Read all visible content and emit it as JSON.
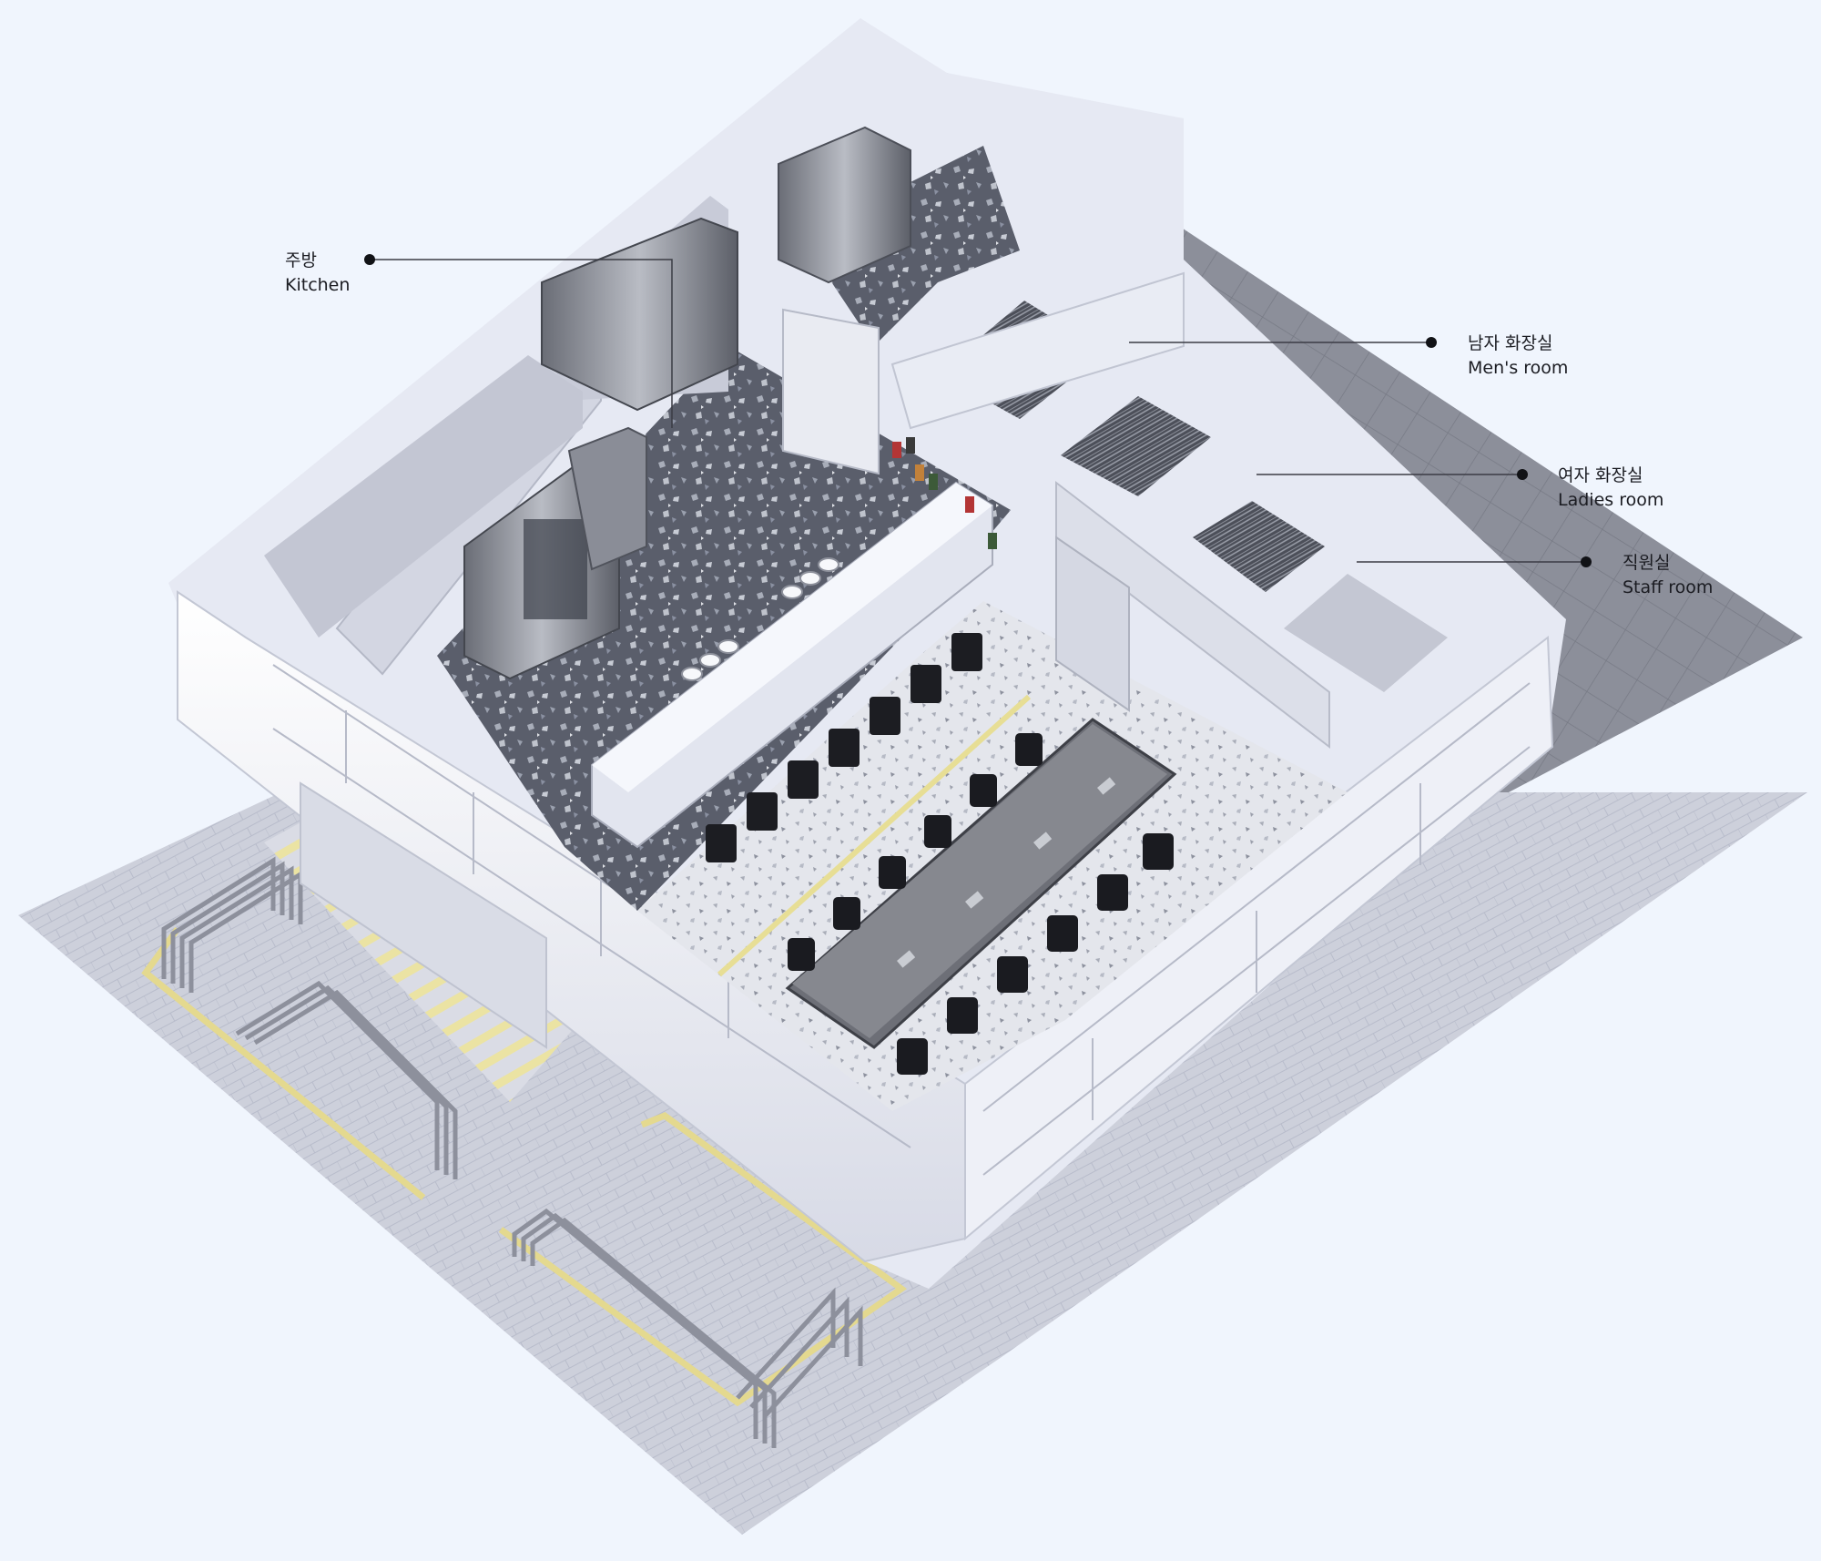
{
  "labels": [
    {
      "id": "kitchen",
      "ko": "주방",
      "en": "Kitchen"
    },
    {
      "id": "mens_room",
      "ko": "남자 화장실",
      "en": "Men's room"
    },
    {
      "id": "ladies_room",
      "ko": "여자 화장실",
      "en": "Ladies room"
    },
    {
      "id": "staff_room",
      "ko": "직원실",
      "en": "Staff room"
    }
  ],
  "colors": {
    "background": "#f0f5fd",
    "wall": "#e9ecf6",
    "terrazzo_dark": "#5b5f6d",
    "terrazzo_light": "#dfe1e6",
    "pavement": "#c9ccd8",
    "yellow_line": "#e9df9a",
    "chair": "#1c1d22",
    "table": "#6b6d74"
  }
}
